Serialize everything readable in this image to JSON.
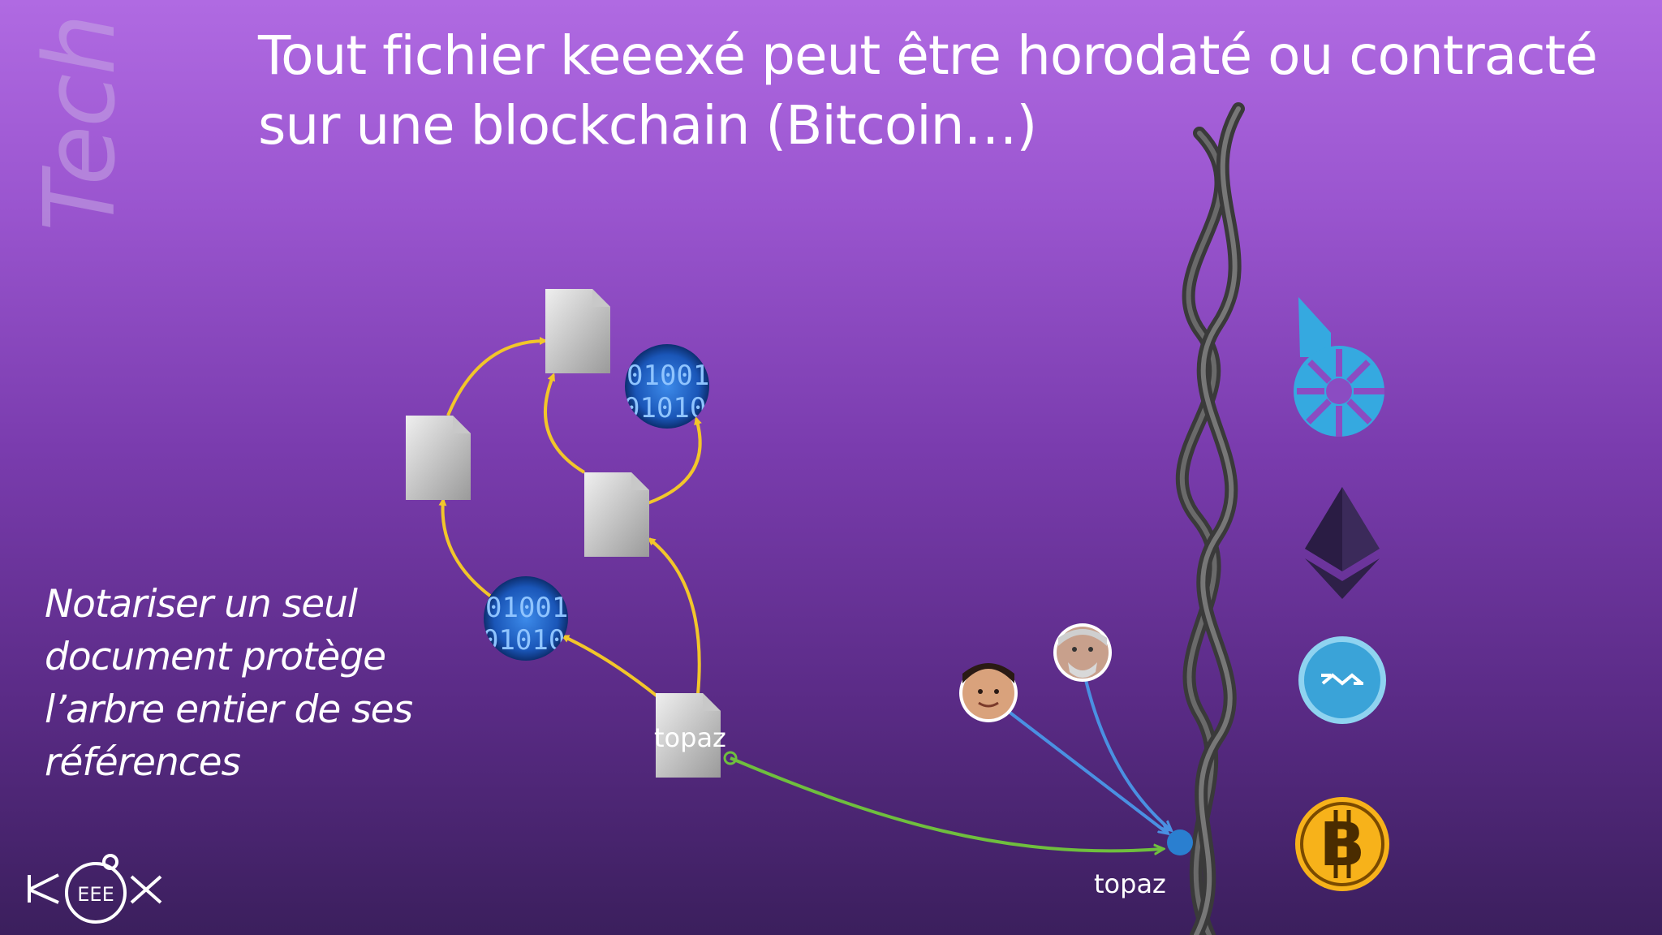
{
  "slide": {
    "title_line1": "Tout fichier keeexé peut être horodaté ou contracté",
    "title_line2": "sur une blockchain (Bitcoin…)",
    "side_tag": "Tech",
    "note_lines": [
      "Notariser un seul",
      "document protège",
      "l’arbre entier de ses",
      "références"
    ],
    "document_label": "topaz",
    "chain_label": "topaz",
    "binary_texts": [
      "01001",
      "01010"
    ],
    "logo": {
      "left": "K",
      "middle": "EEE",
      "right": "X"
    }
  },
  "icons": [
    "document-icon",
    "binary-data-icon",
    "blockchain-strands-icon",
    "bitshares-logo",
    "ethereum-logo",
    "nxt-logo",
    "bitcoin-logo",
    "person-avatar"
  ],
  "colors": {
    "reference_arrow": "#f2c62a",
    "anchor_arrow": "#6fbf3e",
    "signature_arrow": "#4a90e2",
    "anchor_point": "#2a7fd0",
    "bitshares": "#35a9e0",
    "ethereum": "#3b2a5a",
    "nxt": "#3aa3d8",
    "bitcoin": "#f7b21a"
  }
}
